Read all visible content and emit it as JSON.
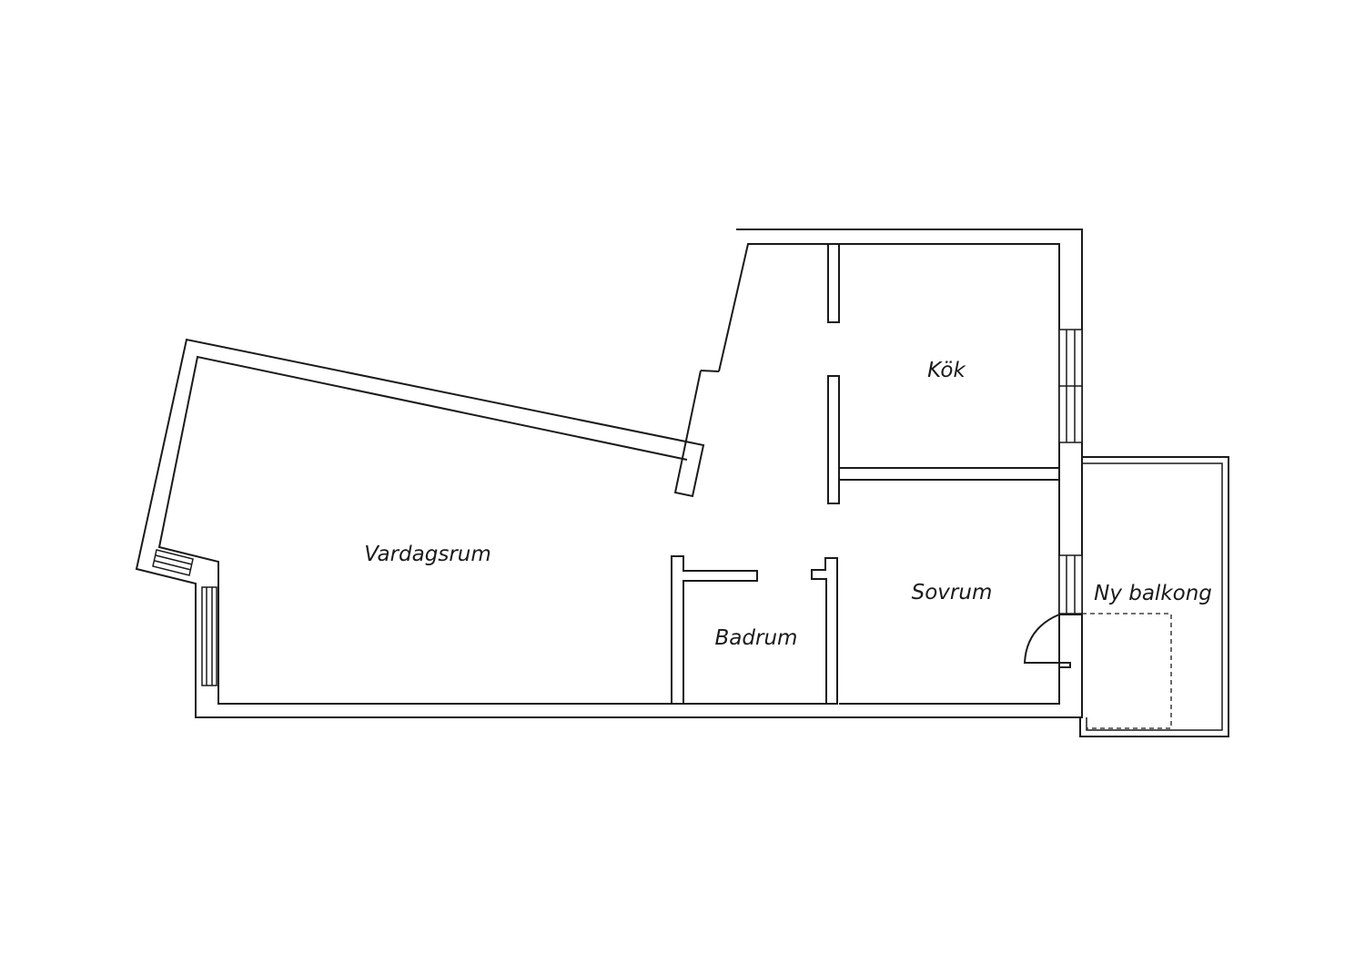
{
  "rooms": {
    "kitchen": "Kök",
    "living_room": "Vardagsrum",
    "bedroom": "Sovrum",
    "bathroom": "Badrum",
    "balcony": "Ny balkong"
  },
  "colors": {
    "background": "#ffffff",
    "line": "#1a1a1a"
  }
}
